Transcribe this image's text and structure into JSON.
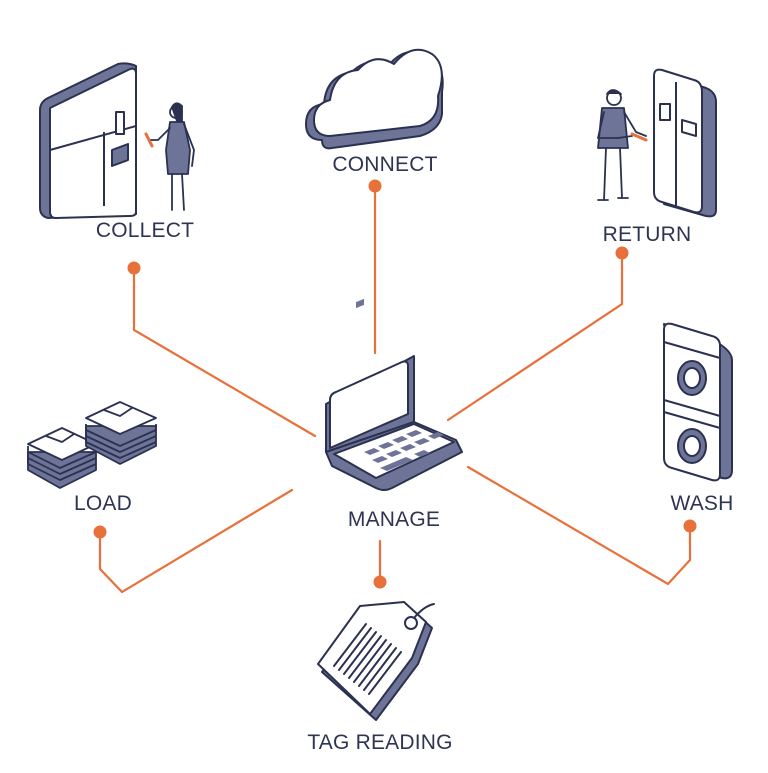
{
  "diagram": {
    "center": {
      "label": "MANAGE"
    },
    "nodes": [
      {
        "id": "collect",
        "label": "COLLECT"
      },
      {
        "id": "connect",
        "label": "CONNECT"
      },
      {
        "id": "return",
        "label": "RETURN"
      },
      {
        "id": "wash",
        "label": "WASH"
      },
      {
        "id": "load",
        "label": "LOAD"
      },
      {
        "id": "tag-reading",
        "label": "TAG READING"
      }
    ],
    "colors": {
      "connector": "#e8703a",
      "outline": "#2b3150",
      "fill_dark": "#6e7497",
      "fill_light": "#ffffff",
      "text": "#2e3552"
    }
  }
}
